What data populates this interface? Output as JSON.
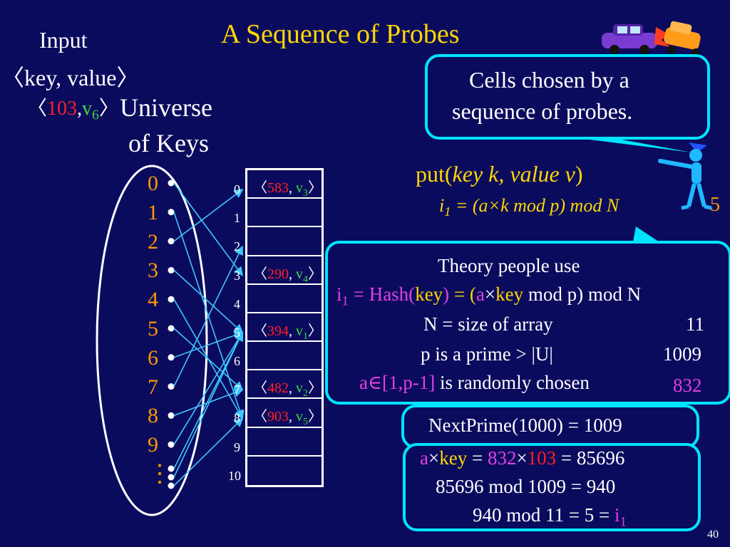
{
  "title": "A Sequence of Probes",
  "input": {
    "label": "Input",
    "kv_label": "〈key, value〉",
    "key": "103",
    "value_base": "v",
    "value_sub": "6"
  },
  "universe": {
    "line1": "Universe",
    "line2": "of Keys",
    "keys": [
      "0",
      "1",
      "2",
      "3",
      "4",
      "5",
      "6",
      "7",
      "8",
      "9"
    ],
    "ellipsis": "⋮"
  },
  "table": {
    "indices": [
      "0",
      "1",
      "2",
      "3",
      "4",
      "5",
      "6",
      "7",
      "8",
      "9",
      "10"
    ],
    "cells": [
      {
        "key": "583",
        "value": "v",
        "sub": "3"
      },
      null,
      null,
      {
        "key": "290",
        "value": "v",
        "sub": "4"
      },
      null,
      {
        "key": "394",
        "value": "v",
        "sub": "1"
      },
      null,
      {
        "key": "482",
        "value": "v",
        "sub": "2"
      },
      {
        "key": "903",
        "value": "v",
        "sub": "5"
      },
      null,
      null
    ]
  },
  "callout_top": {
    "line1": "Cells chosen by a",
    "line2": "sequence of  probes."
  },
  "put": {
    "fn": "put(",
    "args": "key k, value v",
    "close": ")",
    "i_label": "i",
    "i_sub": "1",
    "formula": " = (a×k mod p) mod N",
    "result": "5"
  },
  "theory": {
    "heading": "Theory people use",
    "i": "i",
    "i_sub": "1",
    "eq_hash": " = Hash(",
    "key_word": "key",
    "close_paren": ")",
    "eq2": " = (",
    "a": "a",
    "times": "×",
    "key_word2": "key",
    "rest": " mod p) mod N",
    "n_line": "N = size of array",
    "n_value": "11",
    "p_line": "p is a prime > |U|",
    "p_value": "1009",
    "a_range": "a∈[1,p-1]",
    "a_text": " is randomly chosen",
    "a_value": "832"
  },
  "nextprime": "NextPrime(1000) = 1009",
  "calc": {
    "a": "a",
    "times": "×",
    "key": "key",
    "eq": " = ",
    "a_val": "832",
    "times2": "×",
    "key_val": "103",
    "result": " = 85696",
    "line2": "85696 mod 1009 = 940",
    "line3": "940 mod 11 = 5  = ",
    "i": "i",
    "i_sub": "1"
  },
  "page_number": "40",
  "colors": {
    "background": "#0b0b5e",
    "title": "#ffd700",
    "keys": "#ff9900",
    "callout_border": "#00e5ff",
    "arrows": "#3cc8ff"
  }
}
